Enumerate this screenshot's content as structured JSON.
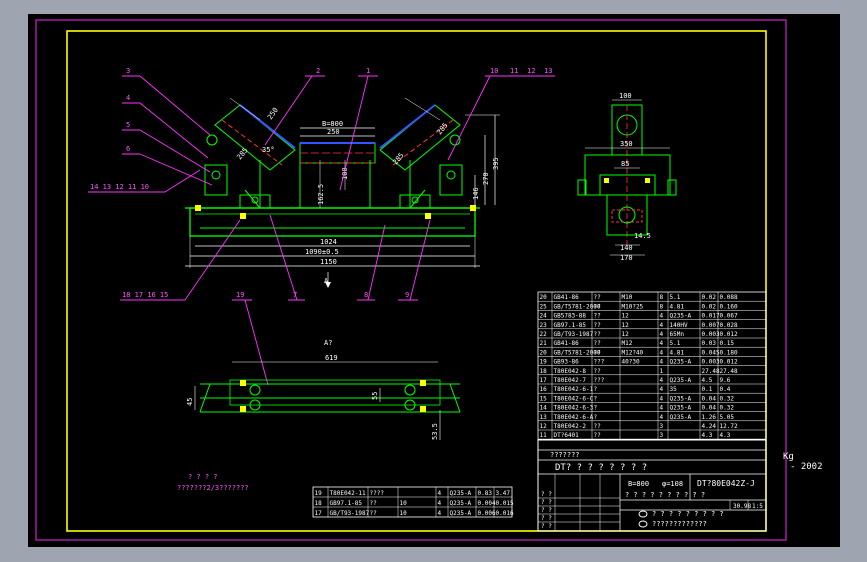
{
  "frame": {
    "outside_right_top": "Kg",
    "outside_right_bottom": "-   2002"
  },
  "dims_front": {
    "belt_width": "B=800",
    "d250a": "250",
    "d250b": "250",
    "d35": "35°",
    "d285": "285",
    "d100": "100",
    "d1625": "162.5",
    "d270": "270",
    "d395": "395",
    "d146": "146",
    "d1024": "1024",
    "d1090": "1090±0.5",
    "d1150": "1150",
    "view_a": "A"
  },
  "dims_side": {
    "d100": "100",
    "d350": "350",
    "d85": "85",
    "d145": "14.5",
    "d140": "140",
    "d170": "170"
  },
  "dims_plan": {
    "view_label": "A?",
    "d619": "619",
    "d45": "45",
    "d55": "55",
    "d535": "53.5"
  },
  "callouts_top": [
    "3",
    "2",
    "1",
    "10",
    "11",
    "12",
    "13"
  ],
  "callouts_left": [
    "4",
    "5",
    "6"
  ],
  "callouts_row_left": "14  13  12  11  10",
  "callouts_bottom": [
    "7",
    "8",
    "9"
  ],
  "callouts_row_bottom": "18  17  16  15",
  "callout_19": "19",
  "note_lines": [
    "? ? ? ?",
    "???????2/3???????"
  ],
  "parts_table": {
    "rows": [
      [
        "20",
        "GB41-86",
        "??",
        "M10",
        "8",
        "5.1",
        "0.02",
        "0.088"
      ],
      [
        "25",
        "GB/T5781-2000",
        "??",
        "M10?25",
        "8",
        "4.81",
        "0.02",
        "0.160"
      ],
      [
        "24",
        "GB5783-88",
        "??",
        "12",
        "4",
        "Q235-A",
        "0.017",
        "0.067"
      ],
      [
        "23",
        "GB97.1-85",
        "??",
        "12",
        "4",
        "140HV",
        "0.007",
        "0.028"
      ],
      [
        "22",
        "GB/T93-1987",
        "??",
        "12",
        "4",
        "65Mn",
        "0.003",
        "0.012"
      ],
      [
        "21",
        "GB41-86",
        "??",
        "M12",
        "4",
        "5.1",
        "0.03",
        "0.15"
      ],
      [
        "20",
        "GB/T5781-2000",
        "??",
        "M12?40",
        "4",
        "4.81",
        "0.045",
        "0.180"
      ],
      [
        "19",
        "GB93-86",
        "???",
        "40?30",
        "4",
        "Q235-A",
        "0.003",
        "0.012"
      ],
      [
        "18",
        "T80E042-8",
        "??",
        "",
        "1",
        "",
        "27.48",
        "27.48"
      ],
      [
        "17",
        "T80E042-7",
        "???",
        "",
        "4",
        "Q235-A",
        "4.5",
        "9.6"
      ],
      [
        "16",
        "T80E042-6-1",
        "?",
        "",
        "4",
        "35",
        "0.1",
        "0.4"
      ],
      [
        "15",
        "T80E042-6-C",
        "?",
        "",
        "4",
        "Q235-A",
        "0.04",
        "0.32"
      ],
      [
        "14",
        "T80E042-6-3",
        "?",
        "",
        "4",
        "Q235-A",
        "0.04",
        "0.32"
      ],
      [
        "13",
        "T80E042-6-A",
        "?",
        "",
        "4",
        "Q235-A",
        "1.26",
        "5.05"
      ],
      [
        "12",
        "T80E042-2",
        "??",
        "",
        "3",
        "",
        "4.24",
        "12.72"
      ],
      [
        "11",
        "DT?6401",
        "??",
        "",
        "3",
        "",
        "4.3",
        "4.3"
      ]
    ],
    "header": [
      "?",
      "??",
      "?  ?",
      "??",
      "?  ?",
      "??",
      "???????"
    ]
  },
  "title_block": {
    "main_title": "DT?   ?   ?   ?   ?   ?   ?   ?",
    "spec_b": "B=800",
    "spec_d": "φ=108",
    "drawing_no": "DT?80E042Z-J",
    "row_q": "?   ?   ?   ?   ?   ?   ?   ?   ?   ?",
    "weight": "30.98",
    "scale": "1:5",
    "approval_rows": [
      "? ?",
      "? ?",
      "? ?",
      "? ?",
      "? ?"
    ],
    "logo_line1": "?   ?   ?   ?   ?   ?   ?   ?   ?",
    "logo_line2": "?????????????"
  },
  "small_table": {
    "rows": [
      [
        "19",
        "T80E042-11",
        "????",
        "",
        "4",
        "Q235-A",
        "0.83",
        "3.47"
      ],
      [
        "18",
        "GB97.1-85",
        "??",
        "10",
        "4",
        "Q235-A",
        "0.004",
        "0.015"
      ],
      [
        "17",
        "GB/T93-1987",
        "??",
        "10",
        "4",
        "Q235-A",
        "0.006",
        "0.016"
      ]
    ]
  }
}
